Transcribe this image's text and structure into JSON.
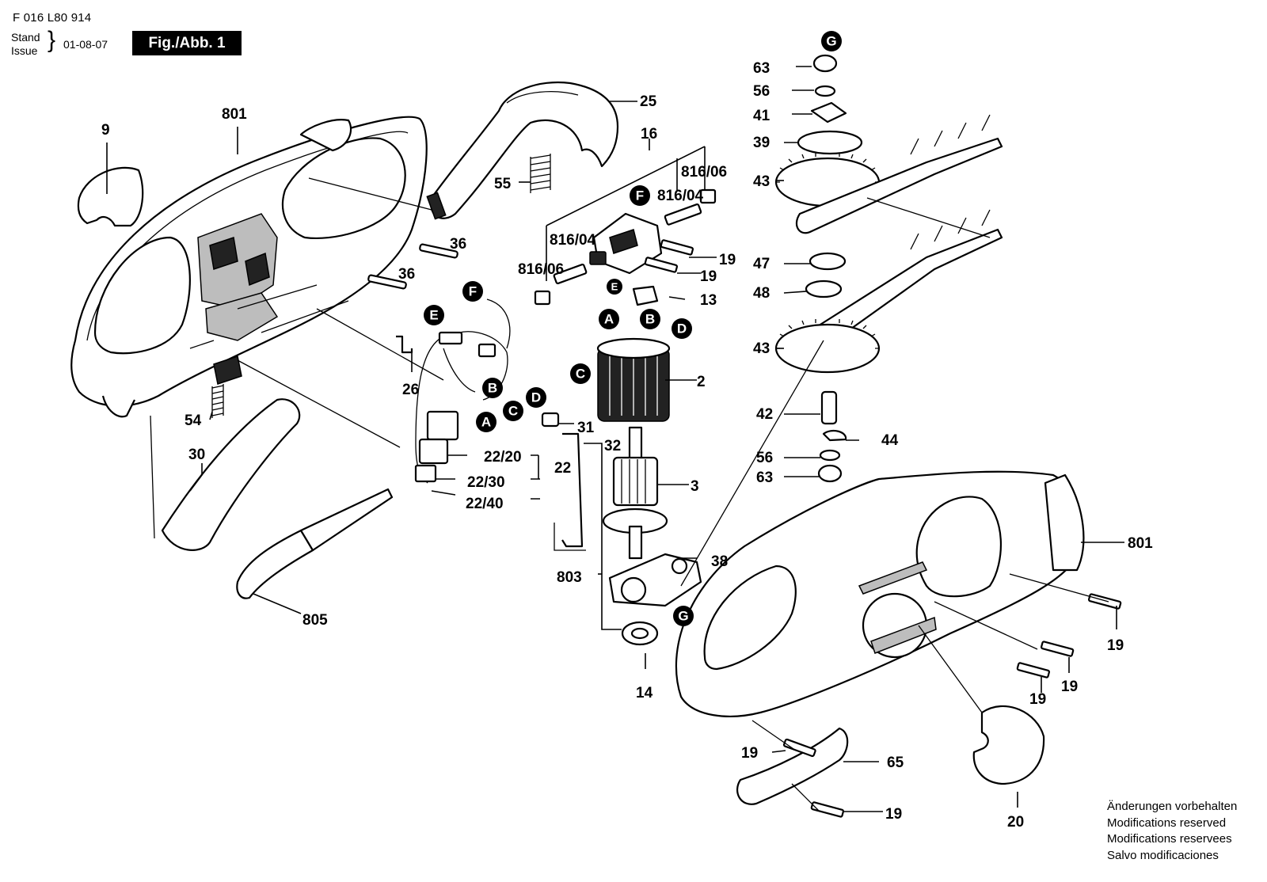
{
  "header": {
    "doc_number": "F 016 L80 914",
    "stand_label": "Stand",
    "issue_label": "Issue",
    "brace": "}",
    "date": "01-08-07",
    "figure_label": "Fig./Abb. 1"
  },
  "labels": {
    "l801a": "801",
    "l9": "9",
    "l25": "25",
    "l16": "16",
    "l816_06a": "816/06",
    "l816_04a": "816/04",
    "l55": "55",
    "l36a": "36",
    "l36b": "36",
    "l816_04b": "816/04",
    "l816_06b": "816/06",
    "l19a": "19",
    "l19b": "19",
    "l13": "13",
    "l26": "26",
    "l54": "54",
    "l30": "30",
    "l31": "31",
    "l32": "32",
    "l2": "2",
    "l22_20": "22/20",
    "l22": "22",
    "l22_30": "22/30",
    "l22_40": "22/40",
    "l3": "3",
    "l38": "38",
    "l803": "803",
    "l805": "805",
    "l14": "14",
    "l63a": "63",
    "l56a": "56",
    "l41": "41",
    "l39": "39",
    "l43a": "43",
    "l47": "47",
    "l48": "48",
    "l43b": "43",
    "l42": "42",
    "l44": "44",
    "l56b": "56",
    "l63b": "63",
    "l801b": "801",
    "l19c": "19",
    "l19d": "19",
    "l19e": "19",
    "l19f": "19",
    "l65": "65",
    "l19g": "19",
    "l20": "20"
  },
  "markers": {
    "g_top": "G",
    "f_a": "F",
    "e_a": "E",
    "f_b": "F",
    "e_b": "E",
    "a_a": "A",
    "b_a": "B",
    "d_a": "D",
    "c_a": "C",
    "b_b": "B",
    "c_b": "C",
    "d_b": "D",
    "a_b": "A",
    "g_b": "G"
  },
  "notes": [
    "Änderungen vorbehalten",
    "Modifications reserved",
    "Modifications reservees",
    "Salvo modificaciones"
  ]
}
